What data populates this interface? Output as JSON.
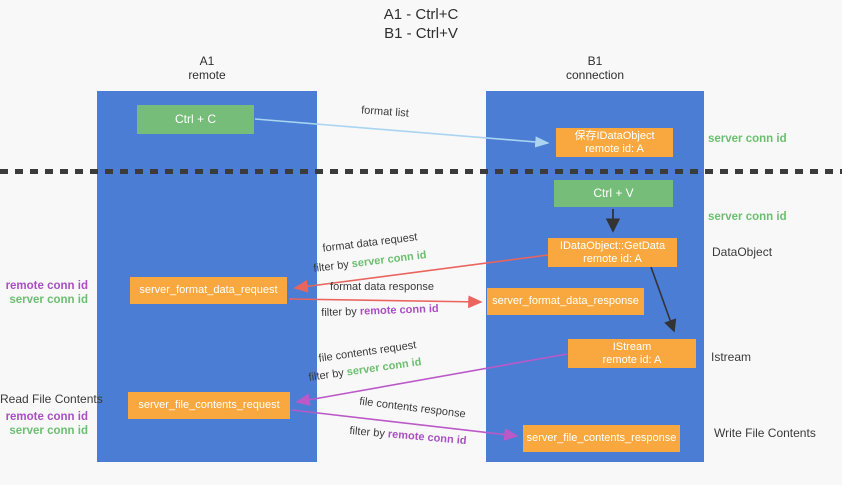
{
  "title": {
    "line1": "A1 - Ctrl+C",
    "line2": "B1 - Ctrl+V"
  },
  "lanes": {
    "a": {
      "name": "A1",
      "subtitle": "remote"
    },
    "b": {
      "name": "B1",
      "subtitle": "connection"
    }
  },
  "boxes": {
    "ctrl_c": {
      "label": "Ctrl + C"
    },
    "ctrl_v": {
      "label": "Ctrl + V"
    },
    "save_idataobject": {
      "line1": "保存IDataObject",
      "line2": "remote id: A"
    },
    "idataobject_getdata": {
      "line1": "IDataObject::GetData",
      "line2": "remote id: A"
    },
    "istream": {
      "line1": "IStream",
      "line2": "remote id: A"
    },
    "server_format_data_request": {
      "label": "server_format_data_request"
    },
    "server_format_data_response": {
      "label": "server_format_data_response"
    },
    "server_file_contents_request": {
      "label": "server_file_contents_request"
    },
    "server_file_contents_response": {
      "label": "server_file_contents_response"
    }
  },
  "arrow_labels": {
    "format_list": "format list",
    "format_data_request": "format data request",
    "format_data_response": "format data response",
    "file_contents_request": "file contents request",
    "file_contents_response": "file contents response",
    "filter_by": "filter by",
    "server_conn_id": "server conn id",
    "remote_conn_id": "remote conn id"
  },
  "side_labels": {
    "server_conn_id": "server conn id",
    "remote_conn_id": "remote conn id",
    "dataobject": "DataObject",
    "istream": "Istream",
    "read_file_contents": "Read File Contents",
    "write_file_contents": "Write File Contents"
  },
  "colors": {
    "lane_blue": "#4a7dd3",
    "box_green": "#77bd7a",
    "box_orange": "#f9a83f",
    "arrow_red": "#e9655e",
    "arrow_purple": "#bb59c8",
    "arrow_blue": "#aad4f0",
    "arrow_black": "#333333",
    "text_green": "#6cbf70",
    "text_purple": "#a94fc3"
  }
}
